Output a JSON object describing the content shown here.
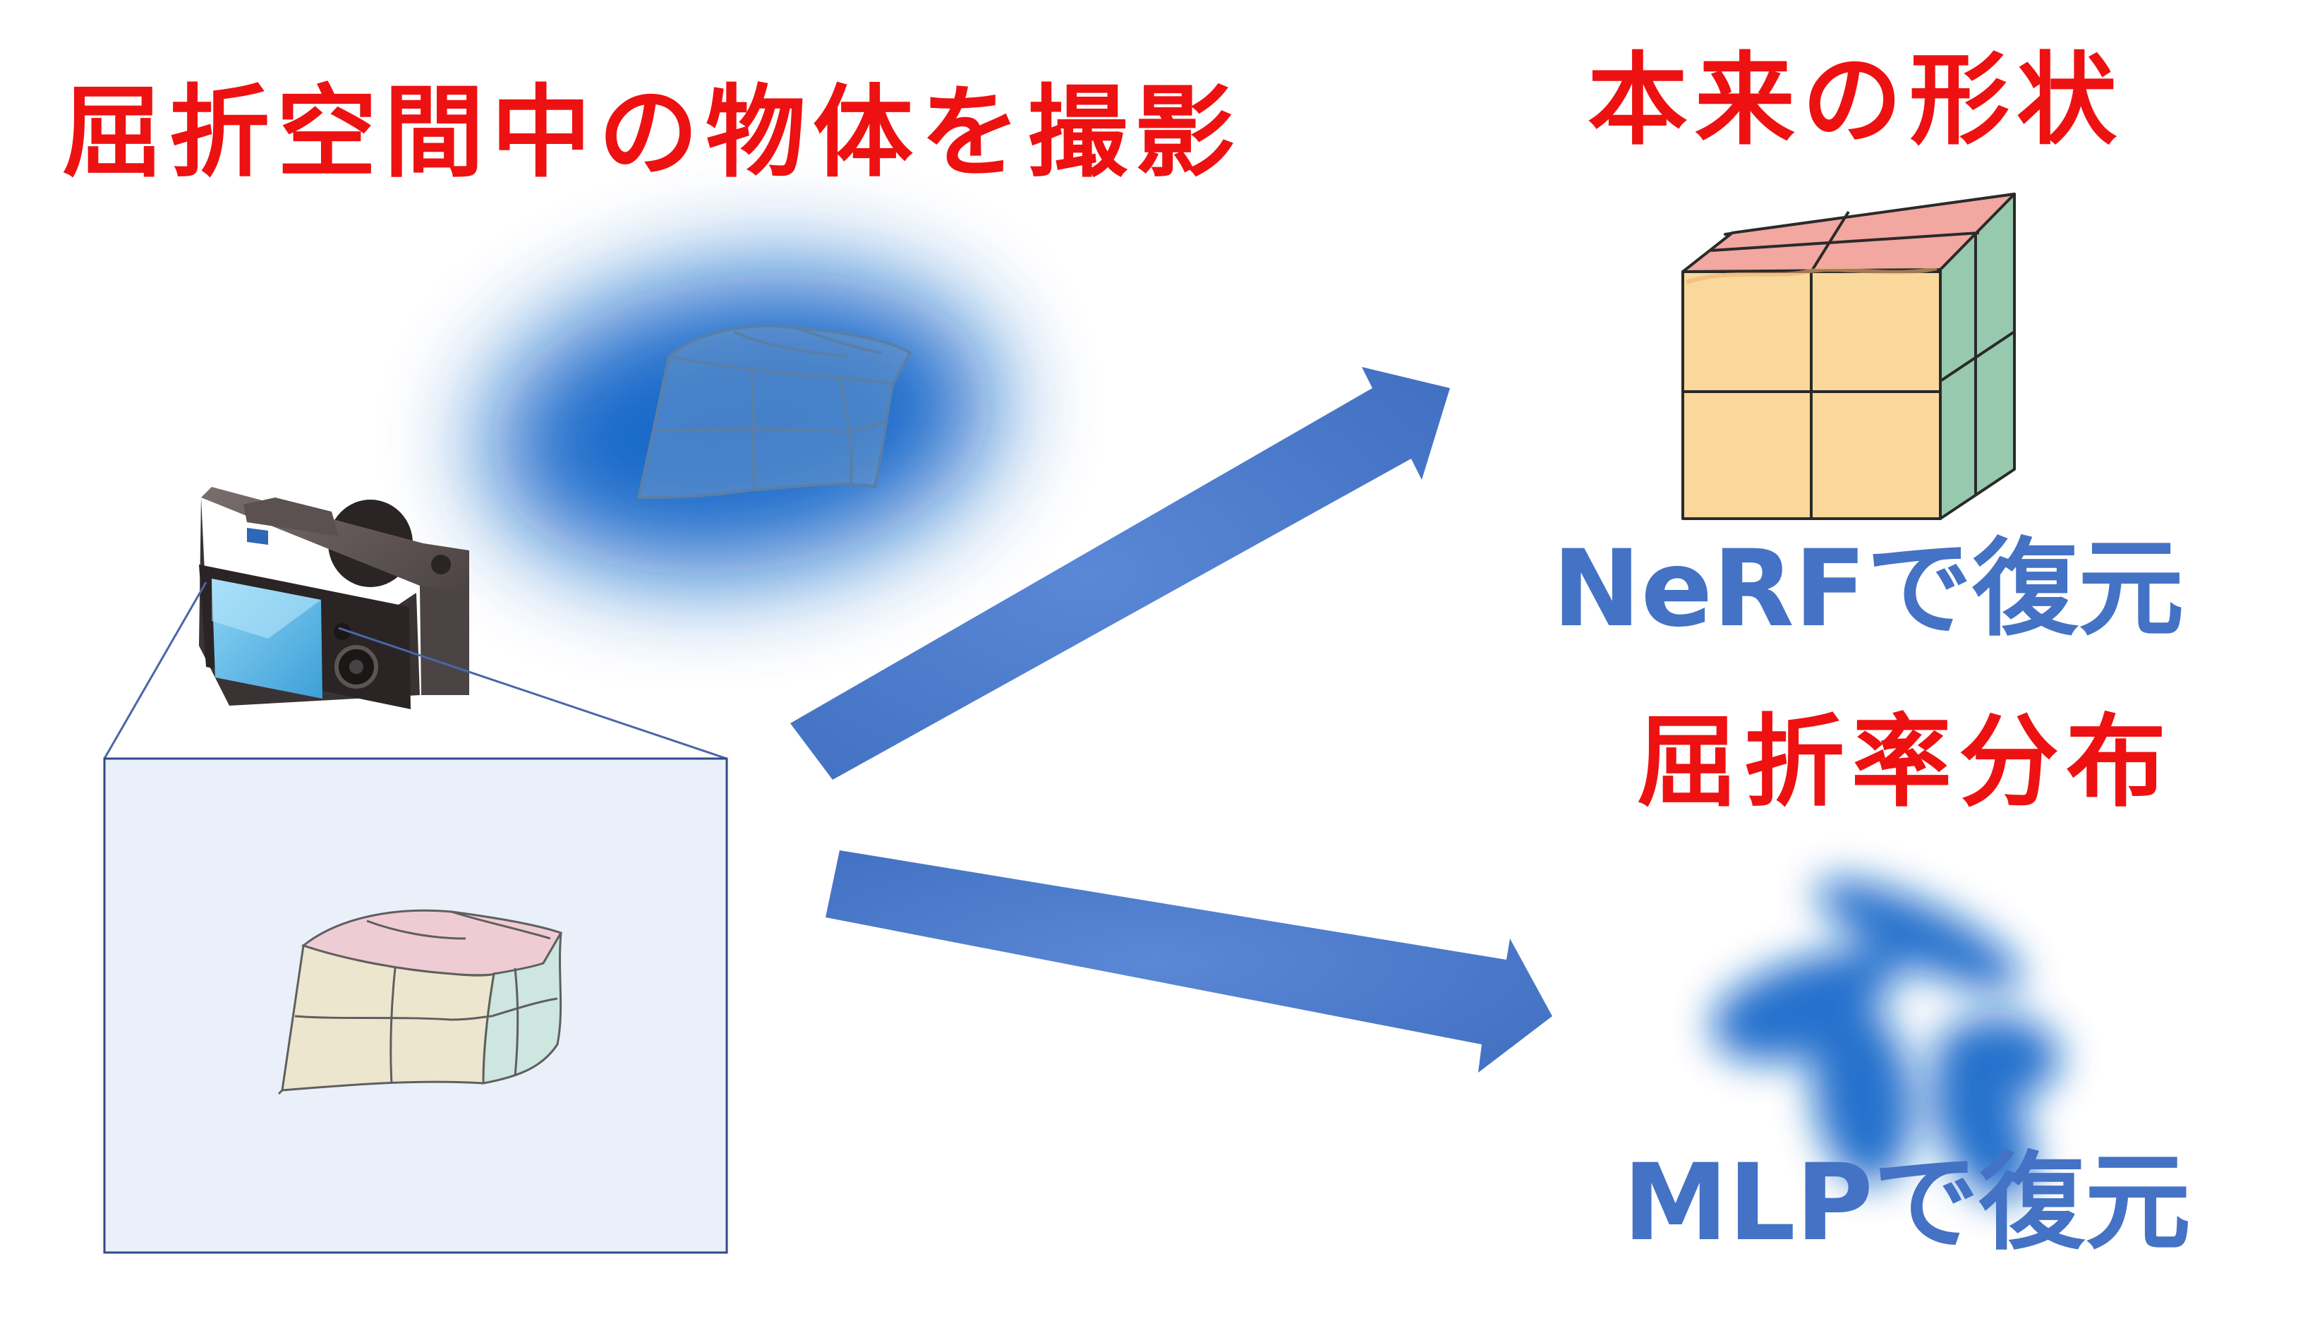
{
  "labels": {
    "capture_title": "屈折空間中の物体を撮影",
    "true_shape_title": "本来の形状",
    "nerf_caption": "NeRFで復元",
    "refraction_title": "屈折率分布",
    "mlp_caption": "MLPで復元"
  },
  "colors": {
    "title_red": "#ee1111",
    "caption_blue": "#4472c4",
    "arrow_blue": "#4472c4",
    "medium_blue": "#0b62c7",
    "photo_bg": "#eaf0f9",
    "cube_front": "#fad89b",
    "cube_top": "#f2a7a0",
    "cube_side": "#97c9ae"
  },
  "icons": [
    "camera-icon",
    "right-arrow-icon"
  ]
}
